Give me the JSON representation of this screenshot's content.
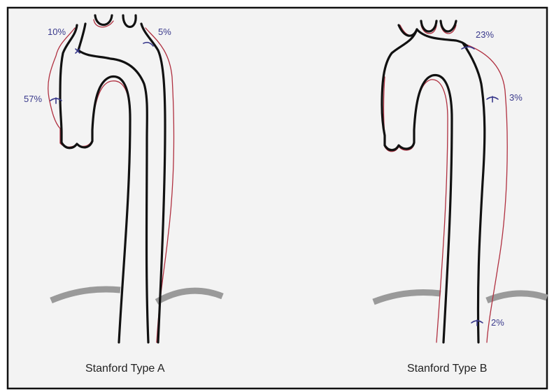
{
  "colors": {
    "border": "#111111",
    "background": "#f3f3f3",
    "aorta_wall": "#111111",
    "dissection_flap": "#b03040",
    "diaphragm": "#9a9a9a",
    "percent_labels": "#3a3a8c"
  },
  "panels": [
    {
      "caption": "Stanford Type A",
      "percentages": [
        "10%",
        "5%",
        "57%"
      ]
    },
    {
      "caption": "Stanford Type B",
      "percentages": [
        "23%",
        "3%",
        "2%"
      ]
    }
  ]
}
